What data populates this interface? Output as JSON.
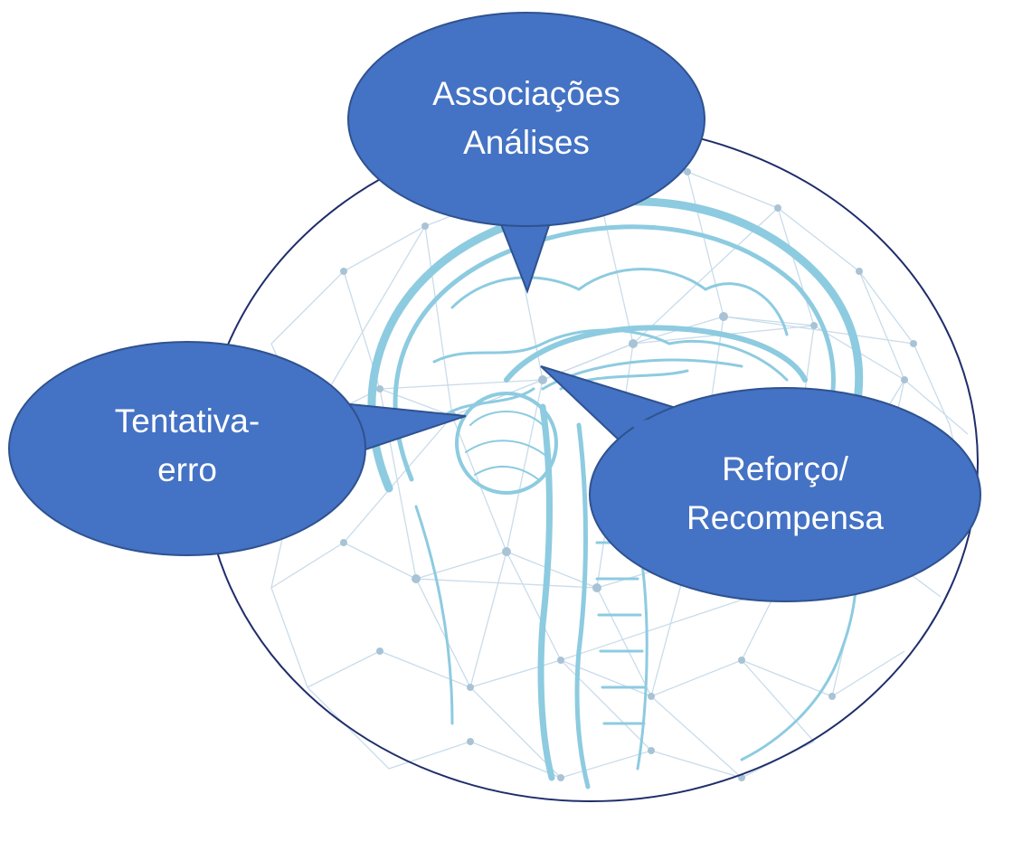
{
  "callouts": {
    "top": {
      "line1": "Associações",
      "line2": "Análises"
    },
    "left": {
      "line1": "Tentativa-",
      "line2": "erro"
    },
    "right": {
      "line1": "Reforço/",
      "line2": "Recompensa"
    }
  },
  "colors": {
    "callout_fill": "#4472C4",
    "callout_stroke": "#2F528F",
    "circle_stroke": "#1F2D6B",
    "illustration_line": "#8DCBE0",
    "network_line": "#C9DCEA",
    "network_node": "#A9C3D6"
  },
  "icons": {
    "background": "brain-head-network-illustration"
  }
}
